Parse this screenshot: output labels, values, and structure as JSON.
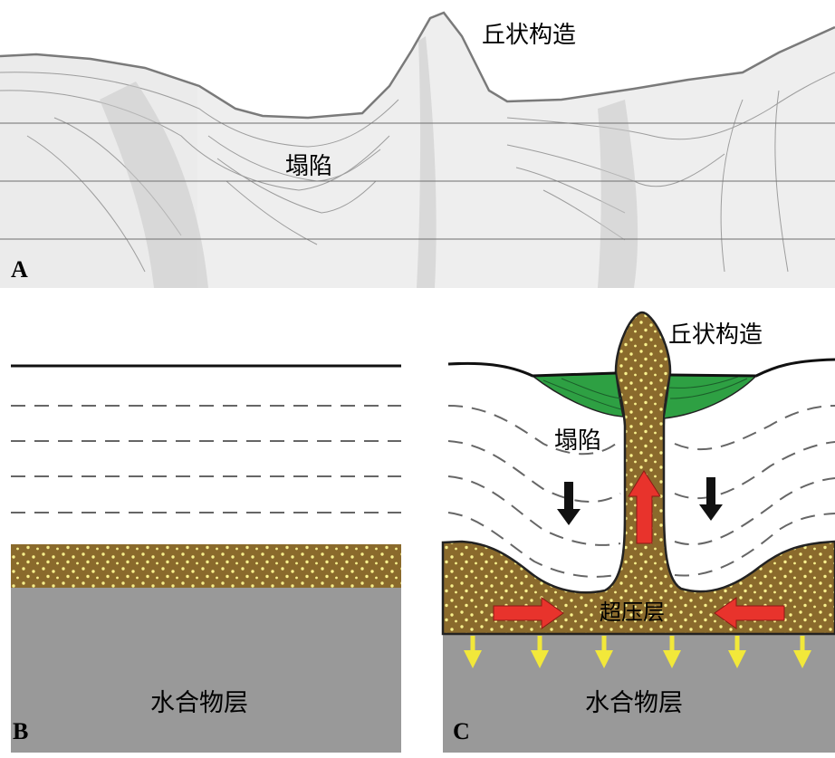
{
  "panels": {
    "a": {
      "letter": "A",
      "label_dome": "丘状构造",
      "label_collapse": "塌陷"
    },
    "b": {
      "letter": "B",
      "label_hydrate": "水合物层"
    },
    "c": {
      "letter": "C",
      "label_dome": "丘状构造",
      "label_collapse": "塌陷",
      "label_overpressure": "超压层",
      "label_hydrate": "水合物层"
    }
  },
  "colors": {
    "sediment_brown": "#8a6a2c",
    "sand_dots": "#f7f08c",
    "hydrate_gray": "#999999",
    "collapse_fill_green": "#2ea043",
    "flow_arrow_red": "#e8332c",
    "subsidence_arrow": "#111111",
    "fluid_arrow_yellow": "#f2e83a",
    "seismic_bg": "#ebebeb"
  }
}
